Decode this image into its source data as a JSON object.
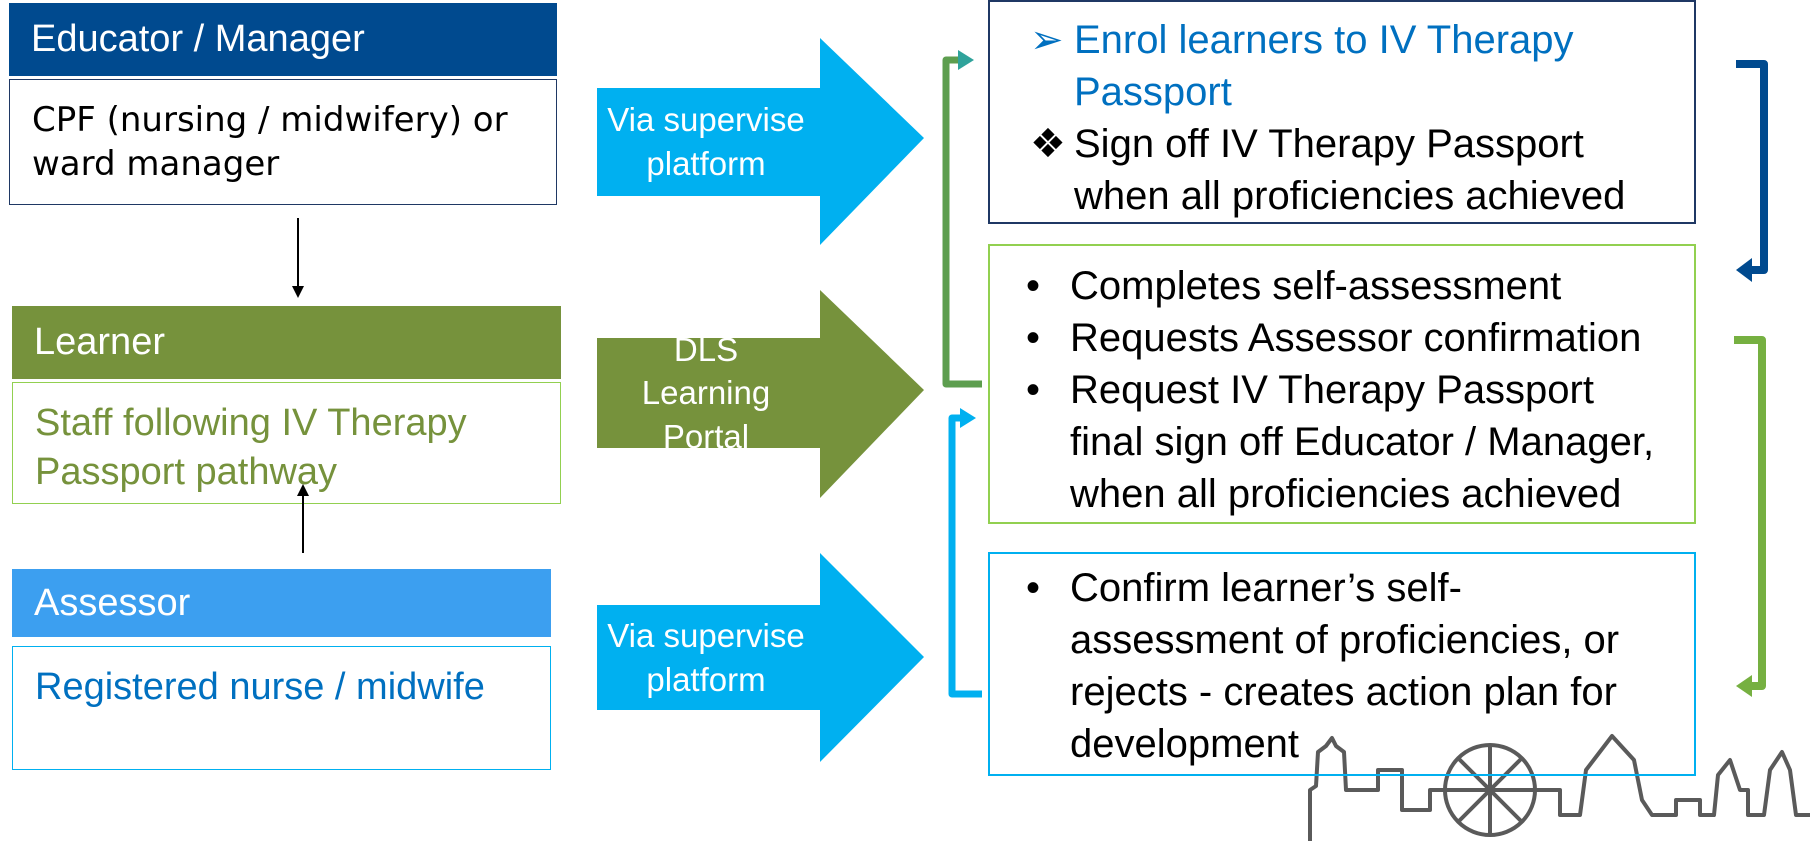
{
  "educator": {
    "title": "Educator / Manager",
    "description": "CPF (nursing / midwifery) or ward manager"
  },
  "learner": {
    "title": "Learner",
    "description": "Staff following IV  Therapy Passport pathway"
  },
  "assessor": {
    "title": "Assessor",
    "description": "Registered nurse / midwife"
  },
  "arrows": {
    "top": "Via supervise platform",
    "middle": "DLS Learning Portal",
    "bottom": "Via supervise platform"
  },
  "enrol_panel": {
    "items": [
      {
        "marker": "➢",
        "text": "Enrol learners to IV Therapy Passport"
      },
      {
        "marker": "❖",
        "text": "Sign off IV Therapy Passport when all proficiencies achieved"
      }
    ]
  },
  "learner_panel": {
    "items": [
      {
        "marker": "•",
        "text": "Completes self-assessment"
      },
      {
        "marker": "•",
        "text": "Requests Assessor confirmation"
      },
      {
        "marker": "•",
        "text": "Request IV Therapy Passport final sign off Educator / Manager, when all proficiencies achieved"
      }
    ]
  },
  "assessor_panel": {
    "items": [
      {
        "marker": "•",
        "text": "Confirm learner’s self-assessment of proficiencies, or rejects - creates action plan for development"
      }
    ]
  },
  "colors": {
    "educator": "#004A8F",
    "learner": "#76923C",
    "learner_light": "#92D050",
    "assessor": "#3C9FF0",
    "assessor_light": "#00B0F0",
    "arrow_blue": "#00B0F0",
    "arrow_green": "#76923C"
  }
}
